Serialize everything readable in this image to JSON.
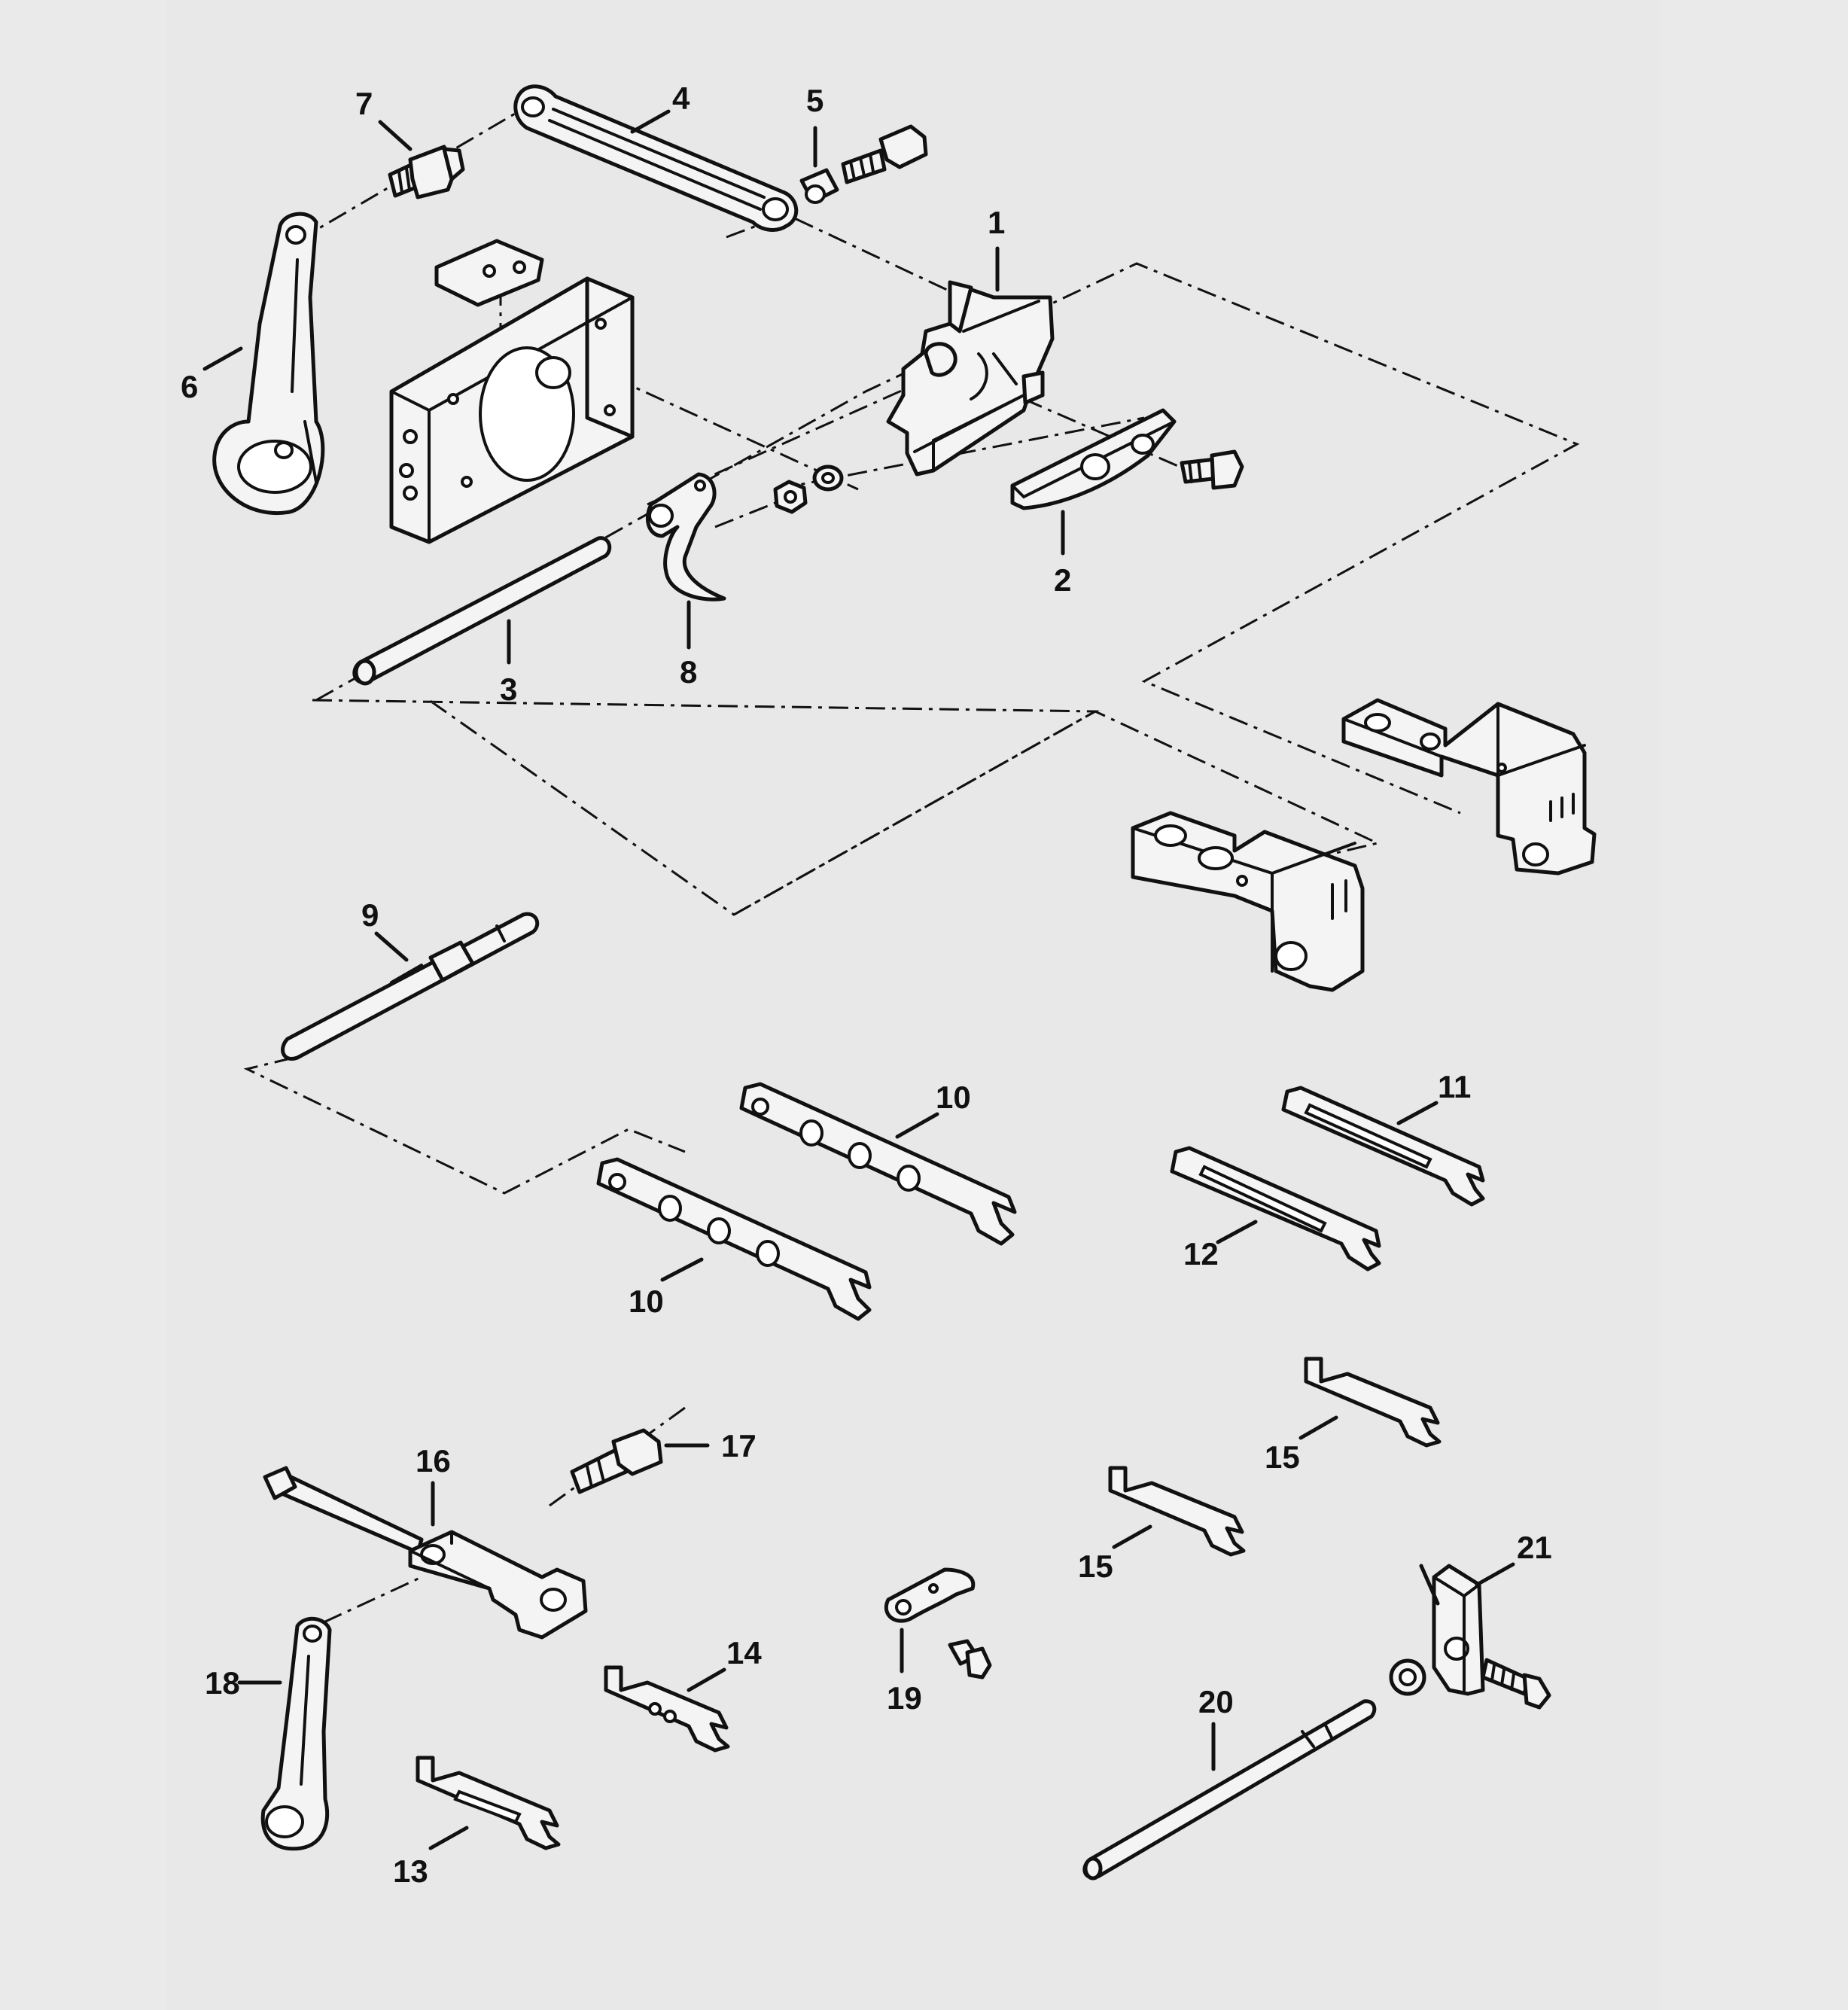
{
  "diagram": {
    "callouts": [
      {
        "n": "1",
        "text": "1"
      },
      {
        "n": "2",
        "text": "2"
      },
      {
        "n": "3",
        "text": "3"
      },
      {
        "n": "4",
        "text": "4"
      },
      {
        "n": "5",
        "text": "5"
      },
      {
        "n": "6",
        "text": "6"
      },
      {
        "n": "7",
        "text": "7"
      },
      {
        "n": "8",
        "text": "8"
      },
      {
        "n": "9",
        "text": "9"
      },
      {
        "n": "10a",
        "text": "10"
      },
      {
        "n": "10b",
        "text": "10"
      },
      {
        "n": "11",
        "text": "11"
      },
      {
        "n": "12",
        "text": "12"
      },
      {
        "n": "13",
        "text": "13"
      },
      {
        "n": "14",
        "text": "14"
      },
      {
        "n": "15a",
        "text": "15"
      },
      {
        "n": "15b",
        "text": "15"
      },
      {
        "n": "16",
        "text": "16"
      },
      {
        "n": "17",
        "text": "17"
      },
      {
        "n": "18",
        "text": "18"
      },
      {
        "n": "19",
        "text": "19"
      },
      {
        "n": "20",
        "text": "20"
      },
      {
        "n": "21",
        "text": "21"
      }
    ]
  }
}
